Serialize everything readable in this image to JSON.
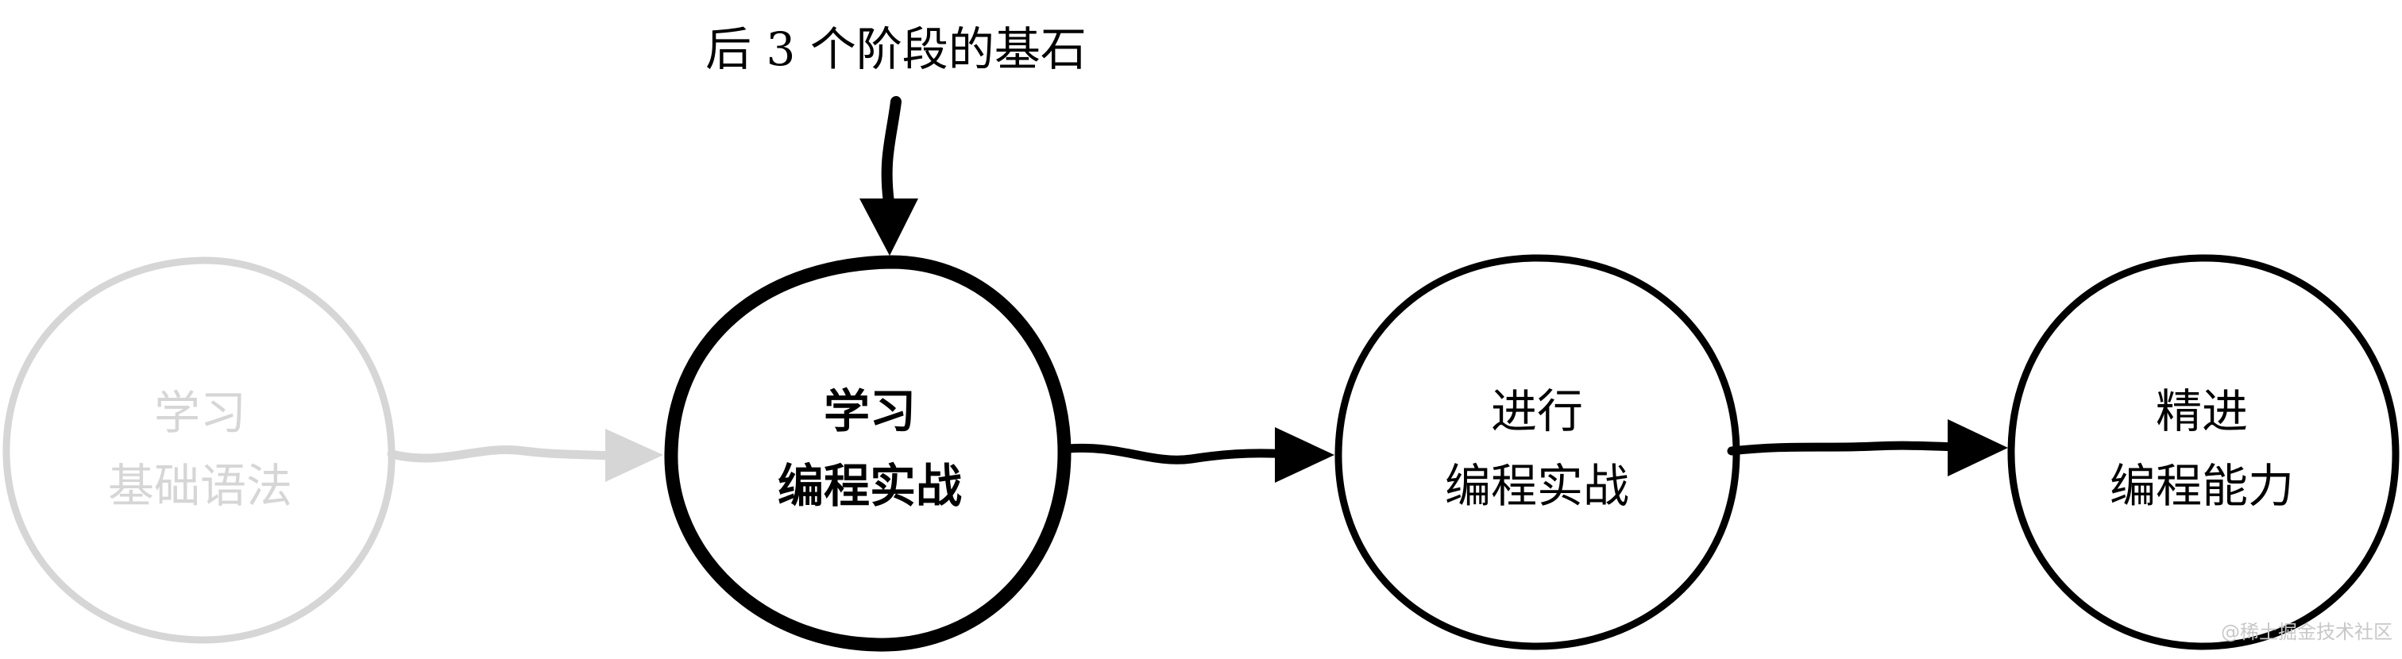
{
  "annotation": {
    "label": "后 3 个阶段的基石"
  },
  "stages": [
    {
      "line1": "学习",
      "line2": "基础语法",
      "state": "faded"
    },
    {
      "line1": "学习",
      "line2": "编程实战",
      "state": "highlighted"
    },
    {
      "line1": "进行",
      "line2": "编程实战",
      "state": "normal"
    },
    {
      "line1": "精进",
      "line2": "编程能力",
      "state": "normal"
    }
  ],
  "watermark": "@稀土掘金技术社区",
  "colors": {
    "faded": "#d6d6d6",
    "stroke": "#000000",
    "watermark": "#c8c8c8"
  }
}
